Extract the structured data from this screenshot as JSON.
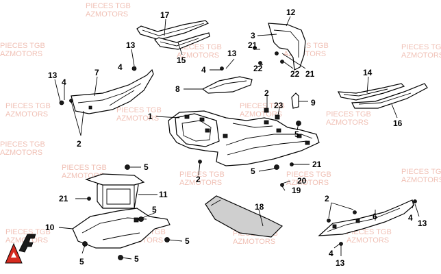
{
  "watermark": {
    "line1": "PIECES TGB",
    "line2": "AZMOTORS",
    "color": "#f0c0b5"
  },
  "logo": {
    "text": "AF",
    "accent": "#d62b20"
  },
  "callouts": [
    "17",
    "12",
    "3",
    "13",
    "21",
    "15",
    "13",
    "4",
    "22",
    "4",
    "22",
    "21",
    "7",
    "4",
    "13",
    "8",
    "14",
    "2",
    "9",
    "1",
    "23",
    "16",
    "2",
    "5",
    "21",
    "5",
    "5",
    "2",
    "21",
    "11",
    "5",
    "20",
    "18",
    "19",
    "2",
    "10",
    "5",
    "5",
    "4",
    "13",
    "6",
    "5",
    "4",
    "13"
  ]
}
